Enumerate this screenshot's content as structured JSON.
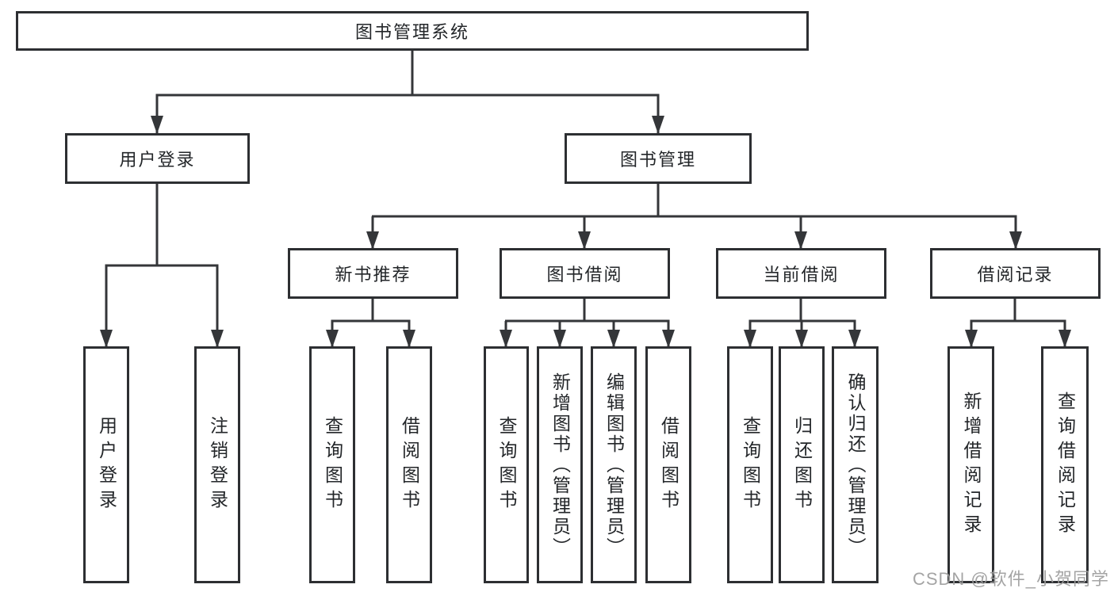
{
  "diagram": {
    "root": {
      "label": "图书管理系统"
    },
    "user_login": {
      "label": "用户登录",
      "children": [
        {
          "label": "用户登录"
        },
        {
          "label": "注销登录"
        }
      ]
    },
    "book_management": {
      "label": "图书管理",
      "children": [
        {
          "label": "新书推荐",
          "children": [
            {
              "label": "查询图书"
            },
            {
              "label": "借阅图书"
            }
          ]
        },
        {
          "label": "图书借阅",
          "children": [
            {
              "label": "查询图书"
            },
            {
              "label": "新增图书（管理员）"
            },
            {
              "label": "编辑图书（管理员）"
            },
            {
              "label": "借阅图书"
            }
          ]
        },
        {
          "label": "当前借阅",
          "children": [
            {
              "label": "查询图书"
            },
            {
              "label": "归还图书"
            },
            {
              "label": "确认归还（管理员）"
            }
          ]
        },
        {
          "label": "借阅记录",
          "children": [
            {
              "label": "新增借阅记录"
            },
            {
              "label": "查询借阅记录"
            }
          ]
        }
      ]
    }
  },
  "colors": {
    "line": "#343639",
    "border": "#2d2f32",
    "text": "#232629",
    "watermark": "#9d9d9d",
    "background": "#ffffff"
  },
  "watermark": {
    "text": "CSDN @软件_小贺同学"
  }
}
